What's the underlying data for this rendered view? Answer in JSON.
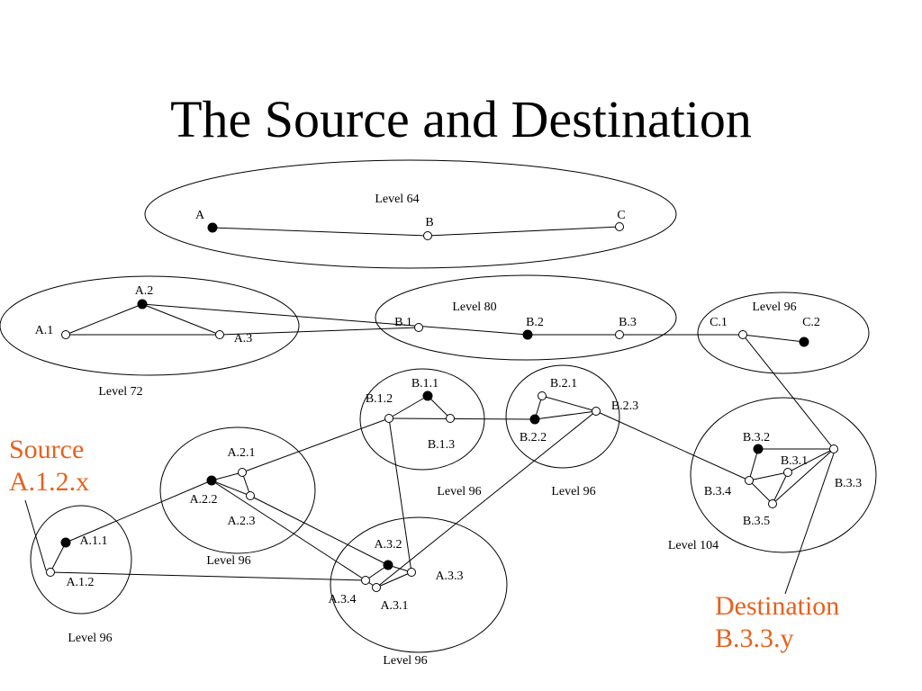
{
  "title": "The Source and Destination",
  "colors": {
    "annotation": "#e8601c",
    "line": "#000000",
    "background": "#ffffff"
  },
  "annotations": {
    "source_line1": "Source",
    "source_line2": "A.1.2.x",
    "destination_line1": "Destination",
    "destination_line2": "B.3.3.y"
  },
  "areas": [
    {
      "id": "top",
      "label": "Level 64"
    },
    {
      "id": "a",
      "label": "Level 72"
    },
    {
      "id": "b",
      "label": "Level 80"
    },
    {
      "id": "c",
      "label": "Level 96"
    },
    {
      "id": "a1",
      "label": "Level 96"
    },
    {
      "id": "a2",
      "label": "Level 96"
    },
    {
      "id": "a3",
      "label": "Level 96"
    },
    {
      "id": "b1",
      "label": "Level 96"
    },
    {
      "id": "b2",
      "label": "Level 96"
    },
    {
      "id": "b3",
      "label": "Level 104"
    }
  ],
  "nodes": [
    {
      "id": "A",
      "label": "A",
      "filled": true
    },
    {
      "id": "B",
      "label": "B",
      "filled": false
    },
    {
      "id": "C",
      "label": "C",
      "filled": false
    },
    {
      "id": "A.1",
      "label": "A.1",
      "filled": false
    },
    {
      "id": "A.2",
      "label": "A.2",
      "filled": true
    },
    {
      "id": "A.3",
      "label": "A.3",
      "filled": false
    },
    {
      "id": "B.1",
      "label": "B.1",
      "filled": false
    },
    {
      "id": "B.2",
      "label": "B.2",
      "filled": true
    },
    {
      "id": "B.3",
      "label": "B.3",
      "filled": false
    },
    {
      "id": "C.1",
      "label": "C.1",
      "filled": false
    },
    {
      "id": "C.2",
      "label": "C.2",
      "filled": true
    },
    {
      "id": "B.1.1",
      "label": "B.1.1",
      "filled": true
    },
    {
      "id": "B.1.2",
      "label": "B.1.2",
      "filled": false
    },
    {
      "id": "B.1.3",
      "label": "B.1.3",
      "filled": false
    },
    {
      "id": "B.2.1",
      "label": "B.2.1",
      "filled": false
    },
    {
      "id": "B.2.2",
      "label": "B.2.2",
      "filled": true
    },
    {
      "id": "B.2.3",
      "label": "B.2.3",
      "filled": false
    },
    {
      "id": "A.2.1",
      "label": "A.2.1",
      "filled": false
    },
    {
      "id": "A.2.2",
      "label": "A.2.2",
      "filled": true
    },
    {
      "id": "A.2.3",
      "label": "A.2.3",
      "filled": false
    },
    {
      "id": "A.1.1",
      "label": "A.1.1",
      "filled": true
    },
    {
      "id": "A.1.2",
      "label": "A.1.2",
      "filled": false
    },
    {
      "id": "A.3.1",
      "label": "A.3.1",
      "filled": false
    },
    {
      "id": "A.3.2",
      "label": "A.3.2",
      "filled": true
    },
    {
      "id": "A.3.3",
      "label": "A.3.3",
      "filled": false
    },
    {
      "id": "A.3.4",
      "label": "A.3.4",
      "filled": false
    },
    {
      "id": "B.3.1",
      "label": "B.3.1",
      "filled": false
    },
    {
      "id": "B.3.2",
      "label": "B.3.2",
      "filled": true
    },
    {
      "id": "B.3.3",
      "label": "B.3.3",
      "filled": false
    },
    {
      "id": "B.3.4",
      "label": "B.3.4",
      "filled": false
    },
    {
      "id": "B.3.5",
      "label": "B.3.5",
      "filled": false
    }
  ],
  "edges": [
    [
      "A",
      "B"
    ],
    [
      "B",
      "C"
    ],
    [
      "A.1",
      "A.2"
    ],
    [
      "A.2",
      "A.3"
    ],
    [
      "A.1",
      "A.3"
    ],
    [
      "A.2",
      "B.2"
    ],
    [
      "A.3",
      "B.1"
    ],
    [
      "B.2",
      "C.1"
    ],
    [
      "C.1",
      "C.2"
    ],
    [
      "B.1.1",
      "B.1.2"
    ],
    [
      "B.1.1",
      "B.1.3"
    ],
    [
      "B.1.2",
      "B.2.2"
    ],
    [
      "B.2.1",
      "B.2.2"
    ],
    [
      "B.2.2",
      "B.2.3"
    ],
    [
      "B.2.1",
      "B.2.3"
    ],
    [
      "A.2.1",
      "A.2.2"
    ],
    [
      "A.2.1",
      "A.2.3"
    ],
    [
      "A.2.2",
      "A.2.3"
    ],
    [
      "A.2.1",
      "B.1.2"
    ],
    [
      "A.1.1",
      "A.2.2"
    ],
    [
      "A.1.1",
      "A.1.2"
    ],
    [
      "A.1.2",
      "A.3.4"
    ],
    [
      "A.2.2",
      "A.3.4"
    ],
    [
      "A.2.3",
      "A.3.2"
    ],
    [
      "A.3.2",
      "A.3.3"
    ],
    [
      "A.3.2",
      "A.3.4"
    ],
    [
      "A.3.4",
      "A.3.1"
    ],
    [
      "A.3.1",
      "A.3.3"
    ],
    [
      "B.1.2",
      "A.3.3"
    ],
    [
      "A.3.1",
      "B.2.3"
    ],
    [
      "B.2.3",
      "B.3.4"
    ],
    [
      "B.3.2",
      "B.3.4"
    ],
    [
      "B.3.2",
      "B.3.3"
    ],
    [
      "B.3.4",
      "B.3.1"
    ],
    [
      "B.3.1",
      "B.3.3"
    ],
    [
      "B.3.3",
      "B.3.5"
    ],
    [
      "B.3.5",
      "B.3.1"
    ],
    [
      "B.3.4",
      "B.3.5"
    ],
    [
      "C.1",
      "B.3.3"
    ]
  ]
}
